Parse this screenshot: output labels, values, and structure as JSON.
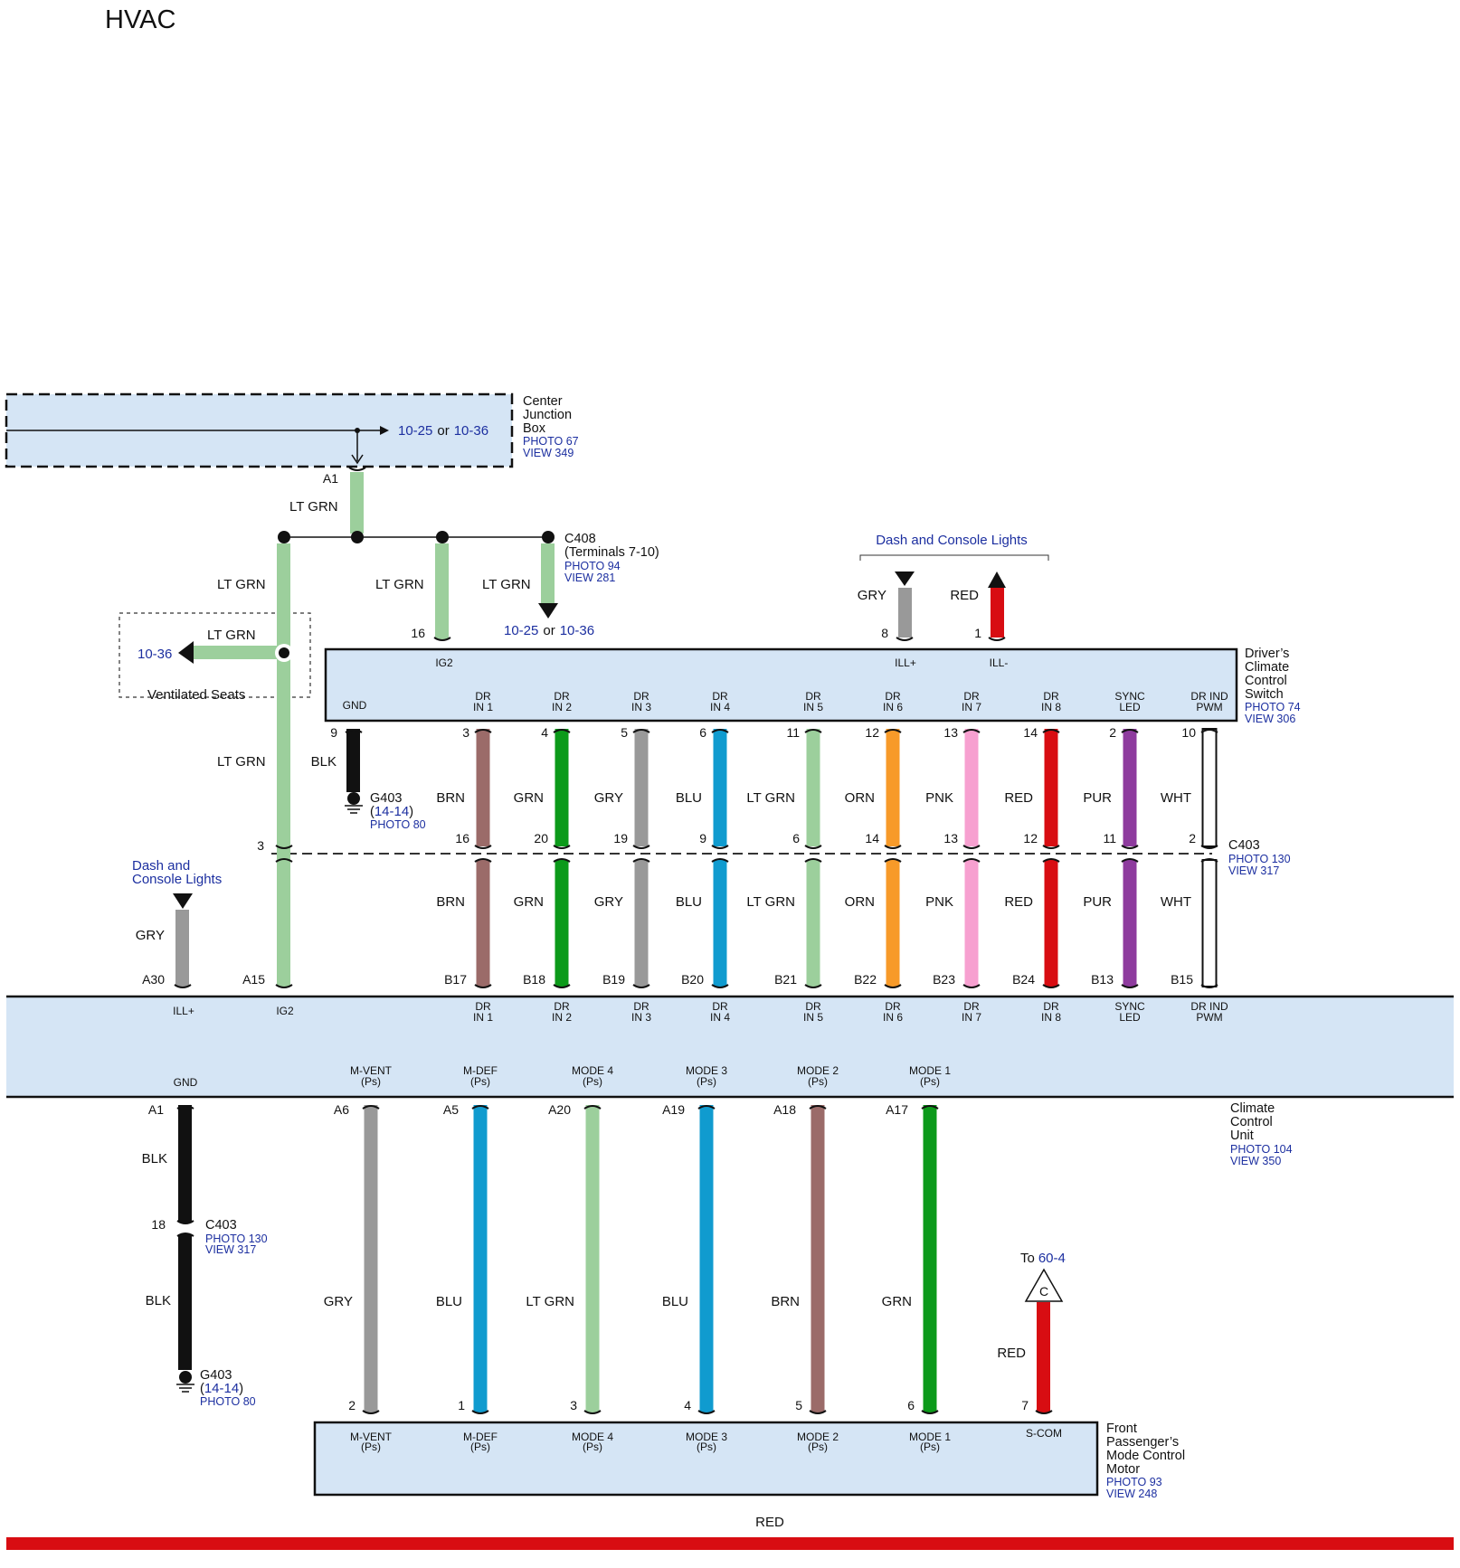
{
  "title": "HVAC",
  "colors": {
    "box_fill": "#d5e5f5",
    "link": "#1c2fa0",
    "wire": {
      "LT GRN": "#9ccf9c",
      "BRN": "#9b6b69",
      "GRN": "#0c9a1a",
      "GRY": "#999999",
      "BLU": "#109bcf",
      "ORN": "#f79a29",
      "PNK": "#f7a0d0",
      "RED": "#d80d12",
      "PUR": "#8e3b9e",
      "WHT": "#ffffff",
      "BLK": "#111111"
    }
  },
  "center_junction_box": {
    "name_lines": [
      "Center",
      "Junction",
      "Box"
    ],
    "photo": "PHOTO 67",
    "view": "VIEW 349",
    "ref_a": "10-25",
    "ref_or": "or",
    "ref_b": "10-36",
    "pin": "A1"
  },
  "c408": {
    "name": "C408",
    "terminals": "(Terminals 7-10)",
    "photo": "PHOTO 94",
    "view": "VIEW 281",
    "ref_a": "10-25",
    "ref_or": "or",
    "ref_b": "10-36"
  },
  "ventilated_seats": {
    "ref": "10-36",
    "label": "Ventilated Seats",
    "wire": "LT GRN"
  },
  "upper_wires": {
    "trunk": "LT GRN",
    "ig2_left": "LT GRN",
    "ig2_left_lower": "LT GRN",
    "ig2_mid": "LT GRN",
    "c408": "LT GRN"
  },
  "dash_lights_top": {
    "label": "Dash and Console Lights",
    "gry_wire": "GRY",
    "gry_pin": "8",
    "red_wire": "RED",
    "red_pin": "1"
  },
  "drivers_switch": {
    "name_lines": [
      "Driver’s",
      "Climate",
      "Control",
      "Switch"
    ],
    "photo": "PHOTO 74",
    "view": "VIEW 306",
    "ig2_pin": "16",
    "ig2": "IG2",
    "illp": "ILL+",
    "illm": "ILL-",
    "gnd": "GND",
    "gnd_pin": "9",
    "gnd_wire": "BLK"
  },
  "g403_upper": {
    "name": "G403",
    "ref_open": "(",
    "ref": "14-14",
    "ref_close": ")",
    "photo": "PHOTO 80"
  },
  "signal_wires": [
    {
      "sig1": "DR",
      "sig2": "IN 1",
      "color": "BRN",
      "top_pin": "3",
      "c403_pin": "16",
      "bottom_pin": "B17"
    },
    {
      "sig1": "DR",
      "sig2": "IN 2",
      "color": "GRN",
      "top_pin": "4",
      "c403_pin": "20",
      "bottom_pin": "B18"
    },
    {
      "sig1": "DR",
      "sig2": "IN 3",
      "color": "GRY",
      "top_pin": "5",
      "c403_pin": "19",
      "bottom_pin": "B19"
    },
    {
      "sig1": "DR",
      "sig2": "IN 4",
      "color": "BLU",
      "top_pin": "6",
      "c403_pin": "9",
      "bottom_pin": "B20"
    },
    {
      "sig1": "DR",
      "sig2": "IN 5",
      "color": "LT GRN",
      "top_pin": "11",
      "c403_pin": "6",
      "bottom_pin": "B21"
    },
    {
      "sig1": "DR",
      "sig2": "IN 6",
      "color": "ORN",
      "top_pin": "12",
      "c403_pin": "14",
      "bottom_pin": "B22"
    },
    {
      "sig1": "DR",
      "sig2": "IN 7",
      "color": "PNK",
      "top_pin": "13",
      "c403_pin": "13",
      "bottom_pin": "B23"
    },
    {
      "sig1": "DR",
      "sig2": "IN 8",
      "color": "RED",
      "top_pin": "14",
      "c403_pin": "12",
      "bottom_pin": "B24"
    },
    {
      "sig1": "SYNC",
      "sig2": "LED",
      "color": "PUR",
      "top_pin": "2",
      "c403_pin": "11",
      "bottom_pin": "B13"
    },
    {
      "sig1": "DR IND",
      "sig2": "PWM",
      "color": "WHT",
      "top_pin": "10",
      "c403_pin": "2",
      "bottom_pin": "B15"
    }
  ],
  "c403_mid": {
    "name": "C403",
    "photo": "PHOTO 130",
    "view": "VIEW 317",
    "ig2_pin": "3"
  },
  "dash_lights_left": {
    "line1": "Dash and",
    "line2": "Console Lights",
    "wire": "GRY",
    "pin": "A30",
    "ig2_pin": "A15"
  },
  "climate_unit": {
    "name_lines": [
      "Climate",
      "Control",
      "Unit"
    ],
    "photo": "PHOTO 104",
    "view": "VIEW 350",
    "illp": "ILL+",
    "ig2": "IG2",
    "gnd": "GND"
  },
  "motor_wires": [
    {
      "sig1": "M-VENT",
      "sig2": "(Ps)",
      "color": "GRY",
      "top_pin": "A6",
      "bottom_pin": "2"
    },
    {
      "sig1": "M-DEF",
      "sig2": "(Ps)",
      "color": "BLU",
      "top_pin": "A5",
      "bottom_pin": "1"
    },
    {
      "sig1": "MODE 4",
      "sig2": "(Ps)",
      "color": "LT GRN",
      "top_pin": "A20",
      "bottom_pin": "3"
    },
    {
      "sig1": "MODE 3",
      "sig2": "(Ps)",
      "color": "BLU",
      "top_pin": "A19",
      "bottom_pin": "4"
    },
    {
      "sig1": "MODE 2",
      "sig2": "(Ps)",
      "color": "BRN",
      "top_pin": "A18",
      "bottom_pin": "5"
    },
    {
      "sig1": "MODE 1",
      "sig2": "(Ps)",
      "color": "GRN",
      "top_pin": "A17",
      "bottom_pin": "6"
    }
  ],
  "ground_lower": {
    "pin": "A1",
    "wire_upper": "BLK",
    "wire_lower": "BLK",
    "c403_pin": "18",
    "c403_name": "C403",
    "c403_photo": "PHOTO 130",
    "c403_view": "VIEW 317",
    "g403": "G403",
    "g403_ref_open": "(",
    "g403_ref": "14-14",
    "g403_ref_close": ")",
    "g403_photo": "PHOTO 80"
  },
  "scom": {
    "to": "To",
    "ref": "60-4",
    "letter": "C",
    "wire": "RED",
    "pin": "7",
    "sig": "S-COM"
  },
  "motor": {
    "name_lines": [
      "Front",
      "Passenger’s",
      "Mode Control",
      "Motor"
    ],
    "photo": "PHOTO 93",
    "view": "VIEW 248"
  },
  "footer": {
    "label": "RED",
    "color": "#d80d12"
  }
}
